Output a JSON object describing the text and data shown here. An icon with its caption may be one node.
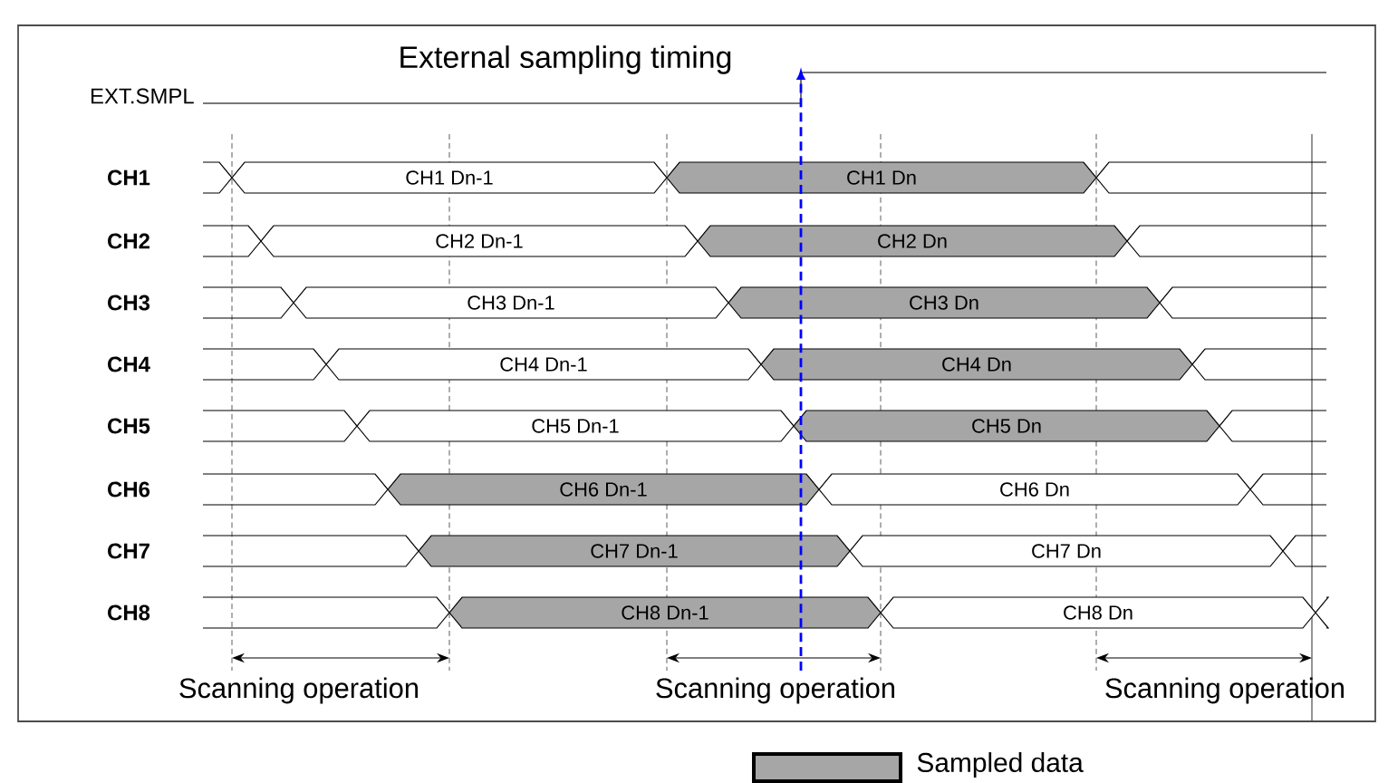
{
  "diagram": {
    "nodes": [
      {
        "text": [
          "CH1 Dn-1"
        ]
      },
      {
        "text": [
          "CH1 Dn"
        ]
      },
      {
        "text": [
          "CH2 Dn-1"
        ]
      },
      {
        "text": [
          "CH2 Dn"
        ]
      },
      {
        "text": [
          "CH3 Dn-1"
        ]
      },
      {
        "text": [
          "CH3 Dn"
        ]
      },
      {
        "text": [
          "CH4 Dn-1"
        ]
      },
      {
        "text": [
          "CH4 Dn"
        ]
      },
      {
        "text": [
          "CH5 Dn-1"
        ]
      },
      {
        "text": [
          "CH5 Dn"
        ]
      },
      {
        "text": [
          "CH6 Dn-1"
        ]
      },
      {
        "text": [
          "CH6 Dn"
        ]
      },
      {
        "text": [
          "CH7 Dn-1"
        ]
      },
      {
        "text": [
          "CH7 Dn"
        ]
      },
      {
        "text": [
          "CH8 Dn-1"
        ]
      },
      {
        "text": [
          "CH8 Dn"
        ]
      }
    ],
    "labels": [
      "External sampling timing",
      "EXT.SMPL",
      "CH1",
      "CH2",
      "CH3",
      "CH4",
      "CH5",
      "CH6",
      "CH7",
      "CH8",
      "Scanning operation",
      "Scanning operation",
      "Scanning operation"
    ],
    "legend": [
      {
        "text": "Sampled data",
        "color": "#a6a6a6"
      }
    ]
  }
}
